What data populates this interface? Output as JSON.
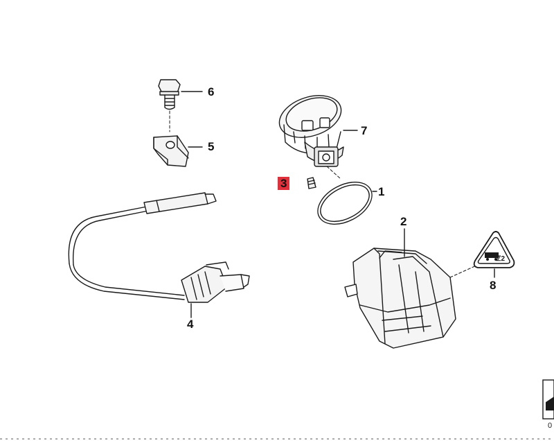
{
  "callouts": {
    "p1": "1",
    "p2": "2",
    "p3": "3",
    "p4": "4",
    "p5": "5",
    "p6": "6",
    "p7": "7",
    "p8": "8"
  },
  "highlight": {
    "part": "3",
    "color": "#e0303b"
  },
  "warning_sign_text": "ℤ2",
  "corner": {
    "digit": "0"
  }
}
